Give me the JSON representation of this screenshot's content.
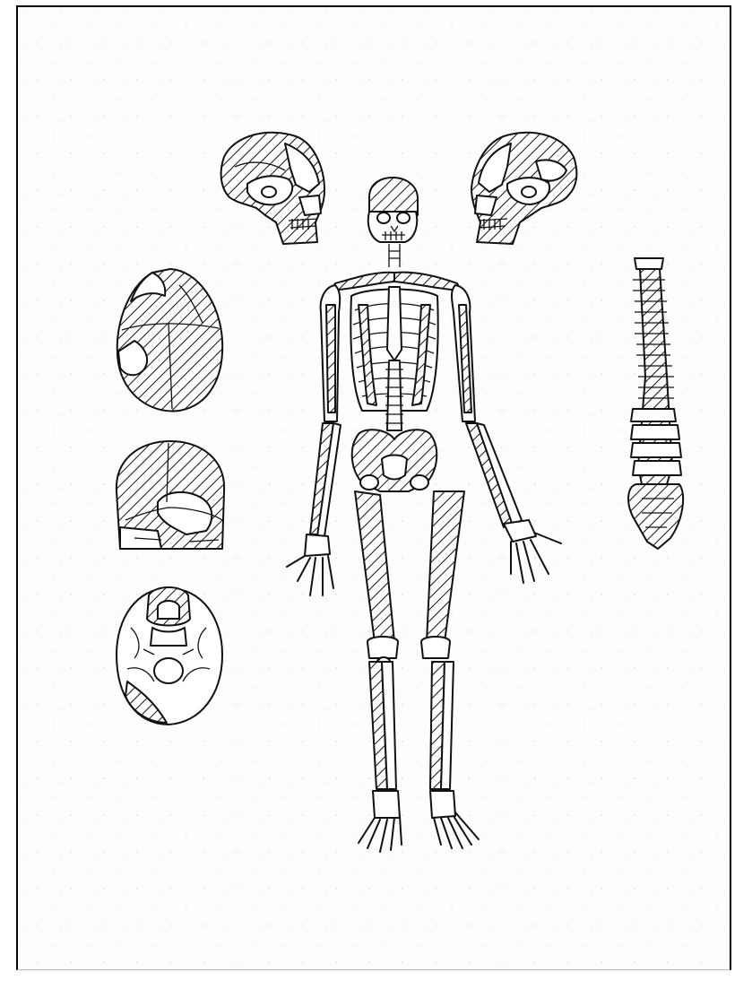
{
  "figure": {
    "style": "line drawing with diagonal hatching marking preserved bone",
    "colors": {
      "ink": "#111111",
      "paper": "#fdfdfc",
      "frame": "#000000"
    },
    "panels": [
      "skull-right-lateral",
      "skull-left-lateral",
      "skull-superior-view",
      "skull-posterior-view",
      "skull-inferior-view",
      "full-skeleton-anterior",
      "vertebral-column"
    ]
  }
}
